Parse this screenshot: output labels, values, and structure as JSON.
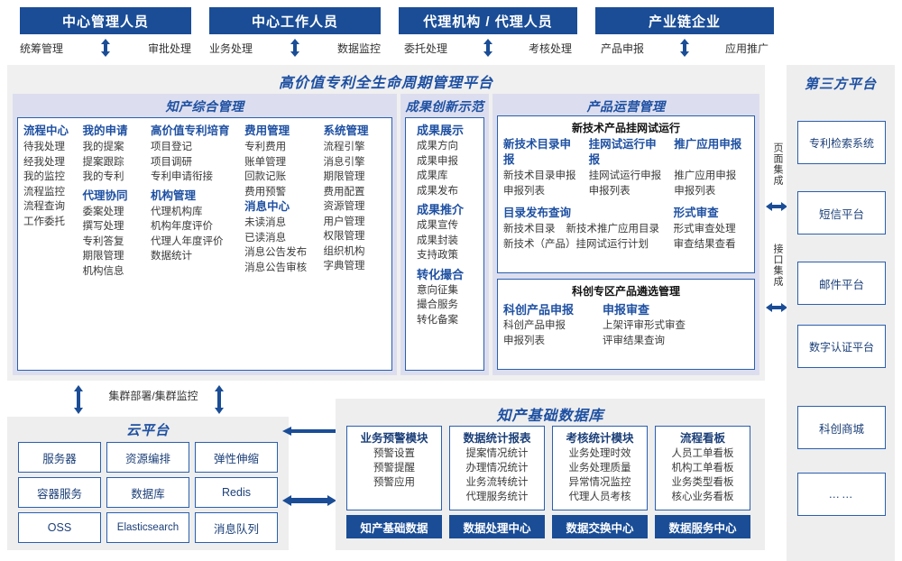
{
  "roles": [
    {
      "title": "中心管理人员",
      "left": "统筹管理",
      "right": "审批处理"
    },
    {
      "title": "中心工作人员",
      "left": "业务处理",
      "right": "数据监控"
    },
    {
      "title": "代理机构 / 代理人员",
      "left": "委托处理",
      "right": "考核处理"
    },
    {
      "title": "产业链企业",
      "left": "产品申报",
      "right": "应用推广"
    }
  ],
  "platform": {
    "title": "高价值专利全生命周期管理平台",
    "groups": {
      "ip_mgmt": {
        "title": "知产综合管理",
        "columns": [
          {
            "sections": [
              {
                "head": "流程中心",
                "items": [
                  "待我处理",
                  "经我处理",
                  "我的监控",
                  "流程监控",
                  "流程查询",
                  "工作委托"
                ]
              }
            ]
          },
          {
            "sections": [
              {
                "head": "我的申请",
                "items": [
                  "我的提案",
                  "提案跟踪",
                  "我的专利"
                ]
              },
              {
                "head": "代理协同",
                "items": [
                  "委案处理",
                  "撰写处理",
                  "专利答复",
                  "期限管理",
                  "机构信息"
                ]
              }
            ]
          },
          {
            "sections": [
              {
                "head": "高价值专利培育",
                "items": [
                  "项目登记",
                  "项目调研",
                  "专利申请衔接"
                ]
              },
              {
                "head": "机构管理",
                "items": [
                  "代理机构库",
                  "机构年度评价",
                  "代理人年度评价",
                  "数据统计"
                ]
              }
            ]
          },
          {
            "sections": [
              {
                "head": "费用管理",
                "items": [
                  "专利费用",
                  "账单管理",
                  "回款记账",
                  "费用预警"
                ]
              },
              {
                "head": "消息中心",
                "items": [
                  "未读消息",
                  "已读消息",
                  "消息公告发布",
                  "消息公告审核"
                ]
              }
            ]
          },
          {
            "sections": [
              {
                "head": "系统管理",
                "items": [
                  "流程引擎",
                  "消息引擎",
                  "期限管理",
                  "费用配置",
                  "资源管理",
                  "用户管理",
                  "权限管理",
                  "组织机构",
                  "字典管理"
                ]
              }
            ]
          }
        ]
      },
      "achievement": {
        "title": "成果创新示范",
        "sections": [
          {
            "head": "成果展示",
            "items": [
              "成果方向",
              "成果申报",
              "成果库",
              "成果发布"
            ]
          },
          {
            "head": "成果推介",
            "items": [
              "成果宣传",
              "成果封装",
              "支持政策"
            ]
          },
          {
            "head": "转化撮合",
            "items": [
              "意向征集",
              "撮合服务",
              "转化备案"
            ]
          }
        ]
      },
      "product_ops": {
        "title": "产品运营管理",
        "box1": {
          "title": "新技术产品挂网试运行",
          "columns": [
            {
              "head": "新技术目录申报",
              "items": [
                "新技术目录申报",
                "申报列表"
              ]
            },
            {
              "head": "挂网试运行申报",
              "items": [
                "挂网试运行申报",
                "申报列表"
              ]
            },
            {
              "head": "推广应用申报",
              "items": [
                "推广应用申报",
                "申报列表"
              ]
            }
          ],
          "row2": [
            {
              "head": "目录发布查询",
              "items": [
                "新技术目录",
                "新技术推广应用目录",
                "新技术（产品）挂网试运行计划"
              ]
            },
            {
              "head": "形式审查",
              "items": [
                "形式审查处理",
                "审查结果查看"
              ]
            }
          ]
        },
        "box2": {
          "title": "科创专区产品遴选管理",
          "columns": [
            {
              "head": "科创产品申报",
              "items": [
                "科创产品申报",
                "申报列表"
              ]
            },
            {
              "head": "申报审查",
              "items": [
                "上架评审形式审查",
                "评审结果查询"
              ]
            }
          ]
        }
      }
    }
  },
  "integration_labels": {
    "page": "页面集成",
    "api": "接口集成"
  },
  "third_party": {
    "title": "第三方平台",
    "items": [
      "专利检索系统",
      "短信平台",
      "邮件平台",
      "数字认证平台",
      "科创商城",
      "……"
    ]
  },
  "cloud": {
    "cluster_label": "集群部署/集群监控",
    "title": "云平台",
    "items": [
      "服务器",
      "资源编排",
      "弹性伸缩",
      "容器服务",
      "数据库",
      "Redis",
      "OSS",
      "Elasticsearch",
      "消息队列"
    ]
  },
  "database": {
    "title": "知产基础数据库",
    "columns": [
      {
        "head": "业务预警模块",
        "items": [
          "预警设置",
          "预警提醒",
          "预警应用"
        ],
        "footer": "知产基础数据"
      },
      {
        "head": "数据统计报表",
        "items": [
          "提案情况统计",
          "办理情况统计",
          "业务流转统计",
          "代理服务统计"
        ],
        "footer": "数据处理中心"
      },
      {
        "head": "考核统计模块",
        "items": [
          "业务处理时效",
          "业务处理质量",
          "异常情况监控",
          "代理人员考核"
        ],
        "footer": "数据交换中心"
      },
      {
        "head": "流程看板",
        "items": [
          "人员工单看板",
          "机构工单看板",
          "业务类型看板",
          "核心业务看板"
        ],
        "footer": "数据服务中心"
      }
    ]
  },
  "colors": {
    "navy": "#1a4d96",
    "accent": "#1e50a2",
    "border": "#2a5fae",
    "panel": "#eeeeee",
    "lavender": "#dcdeef"
  }
}
